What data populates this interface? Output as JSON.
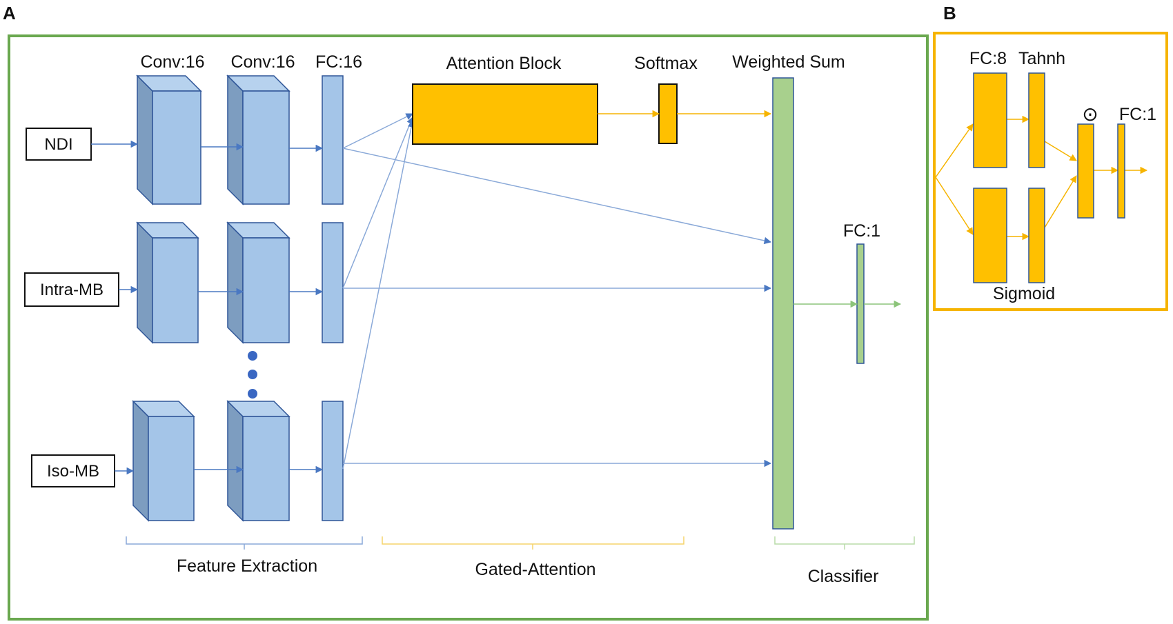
{
  "panel_a": {
    "letter": "A",
    "inputs": [
      "NDI",
      "Intra-MB",
      "Iso-MB"
    ],
    "headers": {
      "conv1": "Conv:16",
      "conv2": "Conv:16",
      "fc16": "FC:16",
      "attention": "Attention Block",
      "softmax": "Softmax",
      "weighted_sum": "Weighted Sum",
      "fc1": "FC:1"
    },
    "sections": [
      "Feature Extraction",
      "Gated-Attention",
      "Classifier"
    ]
  },
  "panel_b": {
    "letter": "B",
    "labels": {
      "fc8": "FC:8",
      "tanh": "Tahnh",
      "sigmoid": "Sigmoid",
      "product": "⊙",
      "fc1": "FC:1"
    }
  },
  "colors": {
    "panel_a_border": "#6aa84f",
    "panel_b_border": "#f6b400",
    "conv_front": "#a4c5e8",
    "conv_side": "#7d9dc0",
    "block_stroke": "#2e5597",
    "arrow_blue": "#4a78c2",
    "attention_fill": "#ffc000",
    "classifier_fill": "#a8d08d",
    "dot": "#3a67c2"
  }
}
